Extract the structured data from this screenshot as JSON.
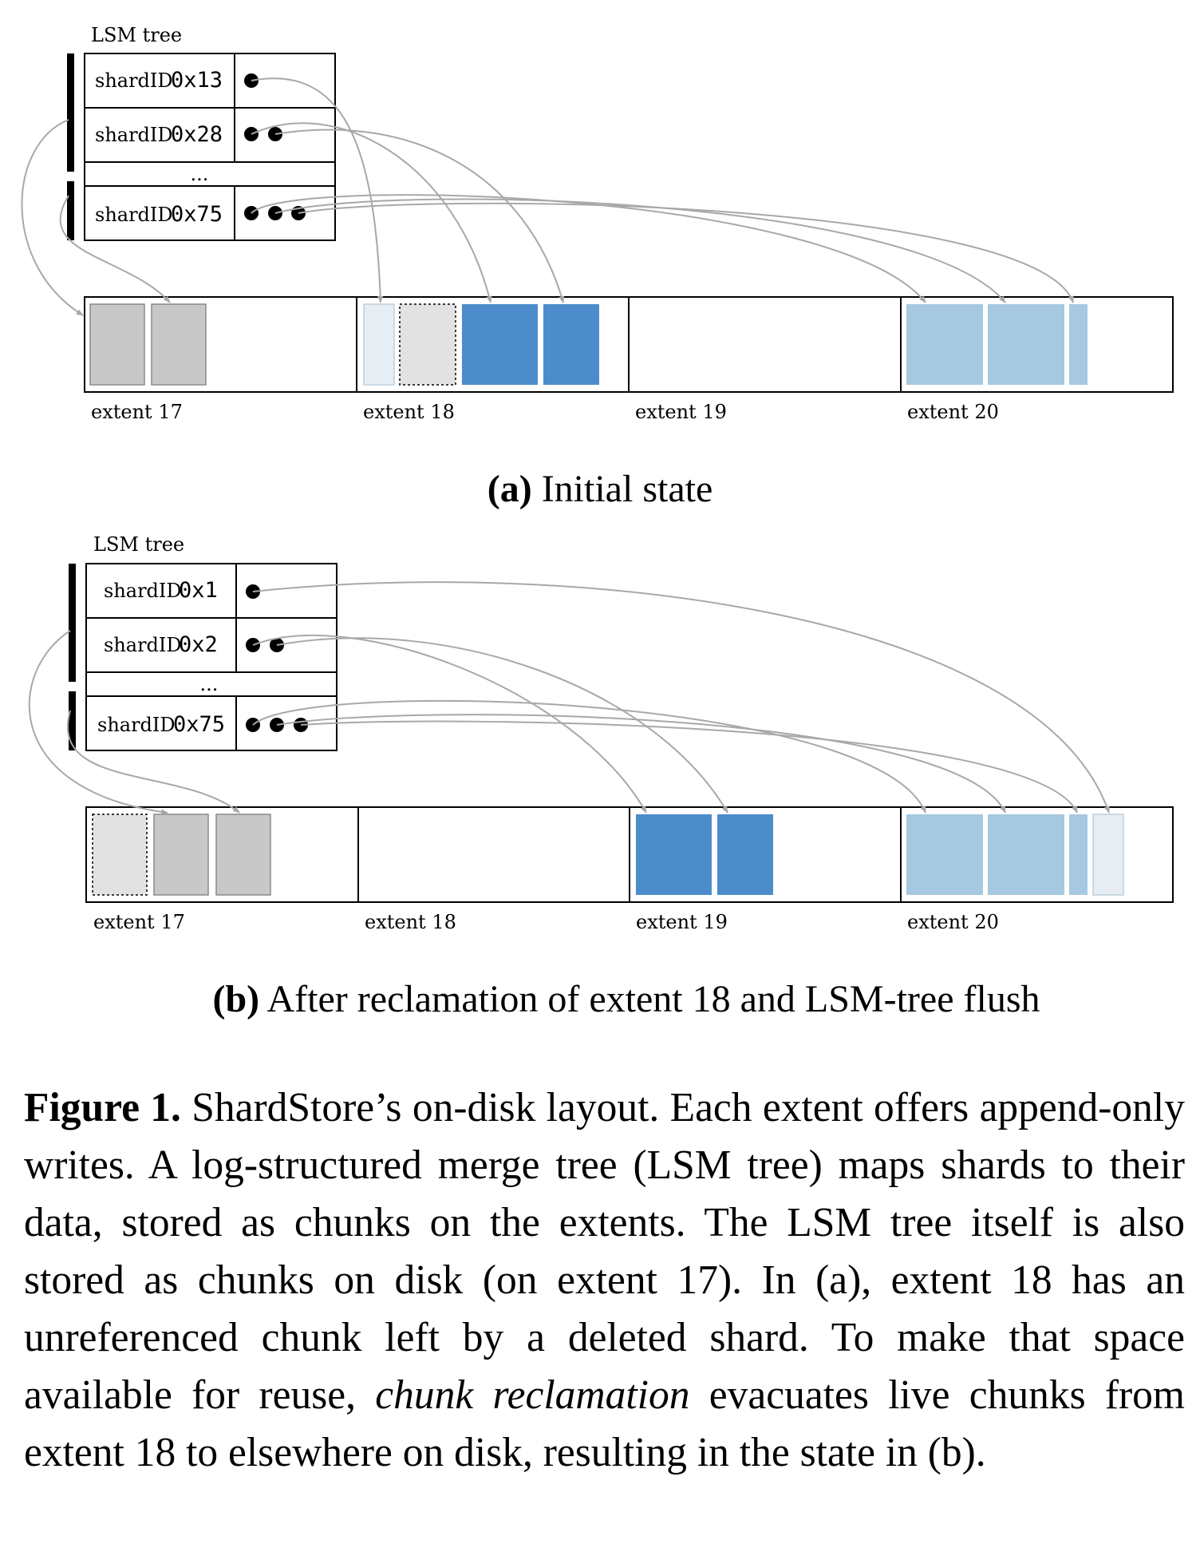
{
  "panel_a": {
    "tree_label": "LSM tree",
    "rows": [
      {
        "label": "shardID",
        "id": "0x13"
      },
      {
        "label": "shardID",
        "id": "0x28"
      },
      {
        "label": "shardID",
        "id": "0x75"
      }
    ],
    "ellipsis": "...",
    "extents": [
      "extent 17",
      "extent 18",
      "extent 19",
      "extent 20"
    ],
    "caption_tag": "(a)",
    "caption_text": "Initial state"
  },
  "panel_b": {
    "tree_label": "LSM tree",
    "rows": [
      {
        "label": "shardID",
        "id": "0x1"
      },
      {
        "label": "shardID",
        "id": "0x2"
      },
      {
        "label": "shardID",
        "id": "0x75"
      }
    ],
    "ellipsis": "...",
    "extents": [
      "extent 17",
      "extent 18",
      "extent 19",
      "extent 20"
    ],
    "caption_tag": "(b)",
    "caption_text": "After reclamation of extent 18 and LSM-tree flush"
  },
  "colors": {
    "gray_chunk": "#c8c8c8",
    "dark_blue_chunk": "#4d8ccb",
    "light_blue_chunk": "#a6c8e0",
    "pale_chunk": "#e6edf3",
    "unreferenced_chunk": "#e2e2e2",
    "arrow": "#a8a8a8"
  },
  "figure_caption": {
    "label": "Figure 1.",
    "text_1": "ShardStore’s on-disk layout. Each extent offers append-only writes. A log-structured merge tree (LSM tree) maps shards to their data, stored as chunks on the extents. The LSM tree itself is also stored as chunks on disk (on extent 17). In (a), extent 18 has an unreferenced chunk left by a deleted shard. To make that space available for reuse,",
    "emph": "chunk reclamation",
    "text_2": "evacuates live chunks from extent 18 to elsewhere on disk, resulting in the state in (b)."
  }
}
